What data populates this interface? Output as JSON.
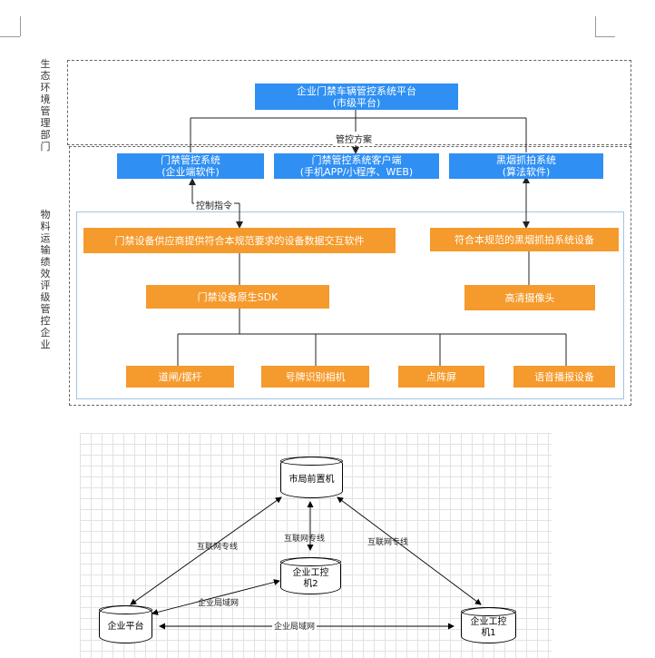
{
  "side_labels": {
    "top": "生态环境管理部门",
    "bottom": "物料运输绩效评级管控企业"
  },
  "boxes": {
    "platform": [
      "企业门禁车辆管控系统平台",
      "(市级平台)"
    ],
    "access_system": [
      "门禁管控系统",
      "(企业端软件)"
    ],
    "client": [
      "门禁管控系统客户端",
      "(手机APP/小程序、WEB)"
    ],
    "blacklist": [
      "黑烟抓拍系统",
      "(算法软件)"
    ],
    "supplier_software": "门禁设备供应商提供符合本规范要求的设备数据交互软件",
    "blacklist_device": "符合本规范的黑烟抓拍系统设备",
    "native_sdk": "门禁设备原生SDK",
    "hd_camera": "高清摄像头",
    "barrier": "道闸/摆杆",
    "plate_camera": "号牌识别相机",
    "led_screen": "点阵屏",
    "voice_device": "语音播报设备"
  },
  "labels": {
    "control_scheme": "管控方案",
    "control_command": "控制指令"
  },
  "network": {
    "city_server": "市局前置机",
    "ipc2": "企业工控机2",
    "ipc1": "企业工控机1",
    "enterprise_platform": "企业平台",
    "internet_line_left": "互联网专线",
    "internet_line_mid": "互联网专线",
    "internet_line_right": "互联网专线",
    "lan_upper": "企业局域网",
    "lan_bottom": "企业局域网"
  },
  "colors": {
    "blue": "#2f8ff3",
    "orange": "#f59a2c"
  }
}
